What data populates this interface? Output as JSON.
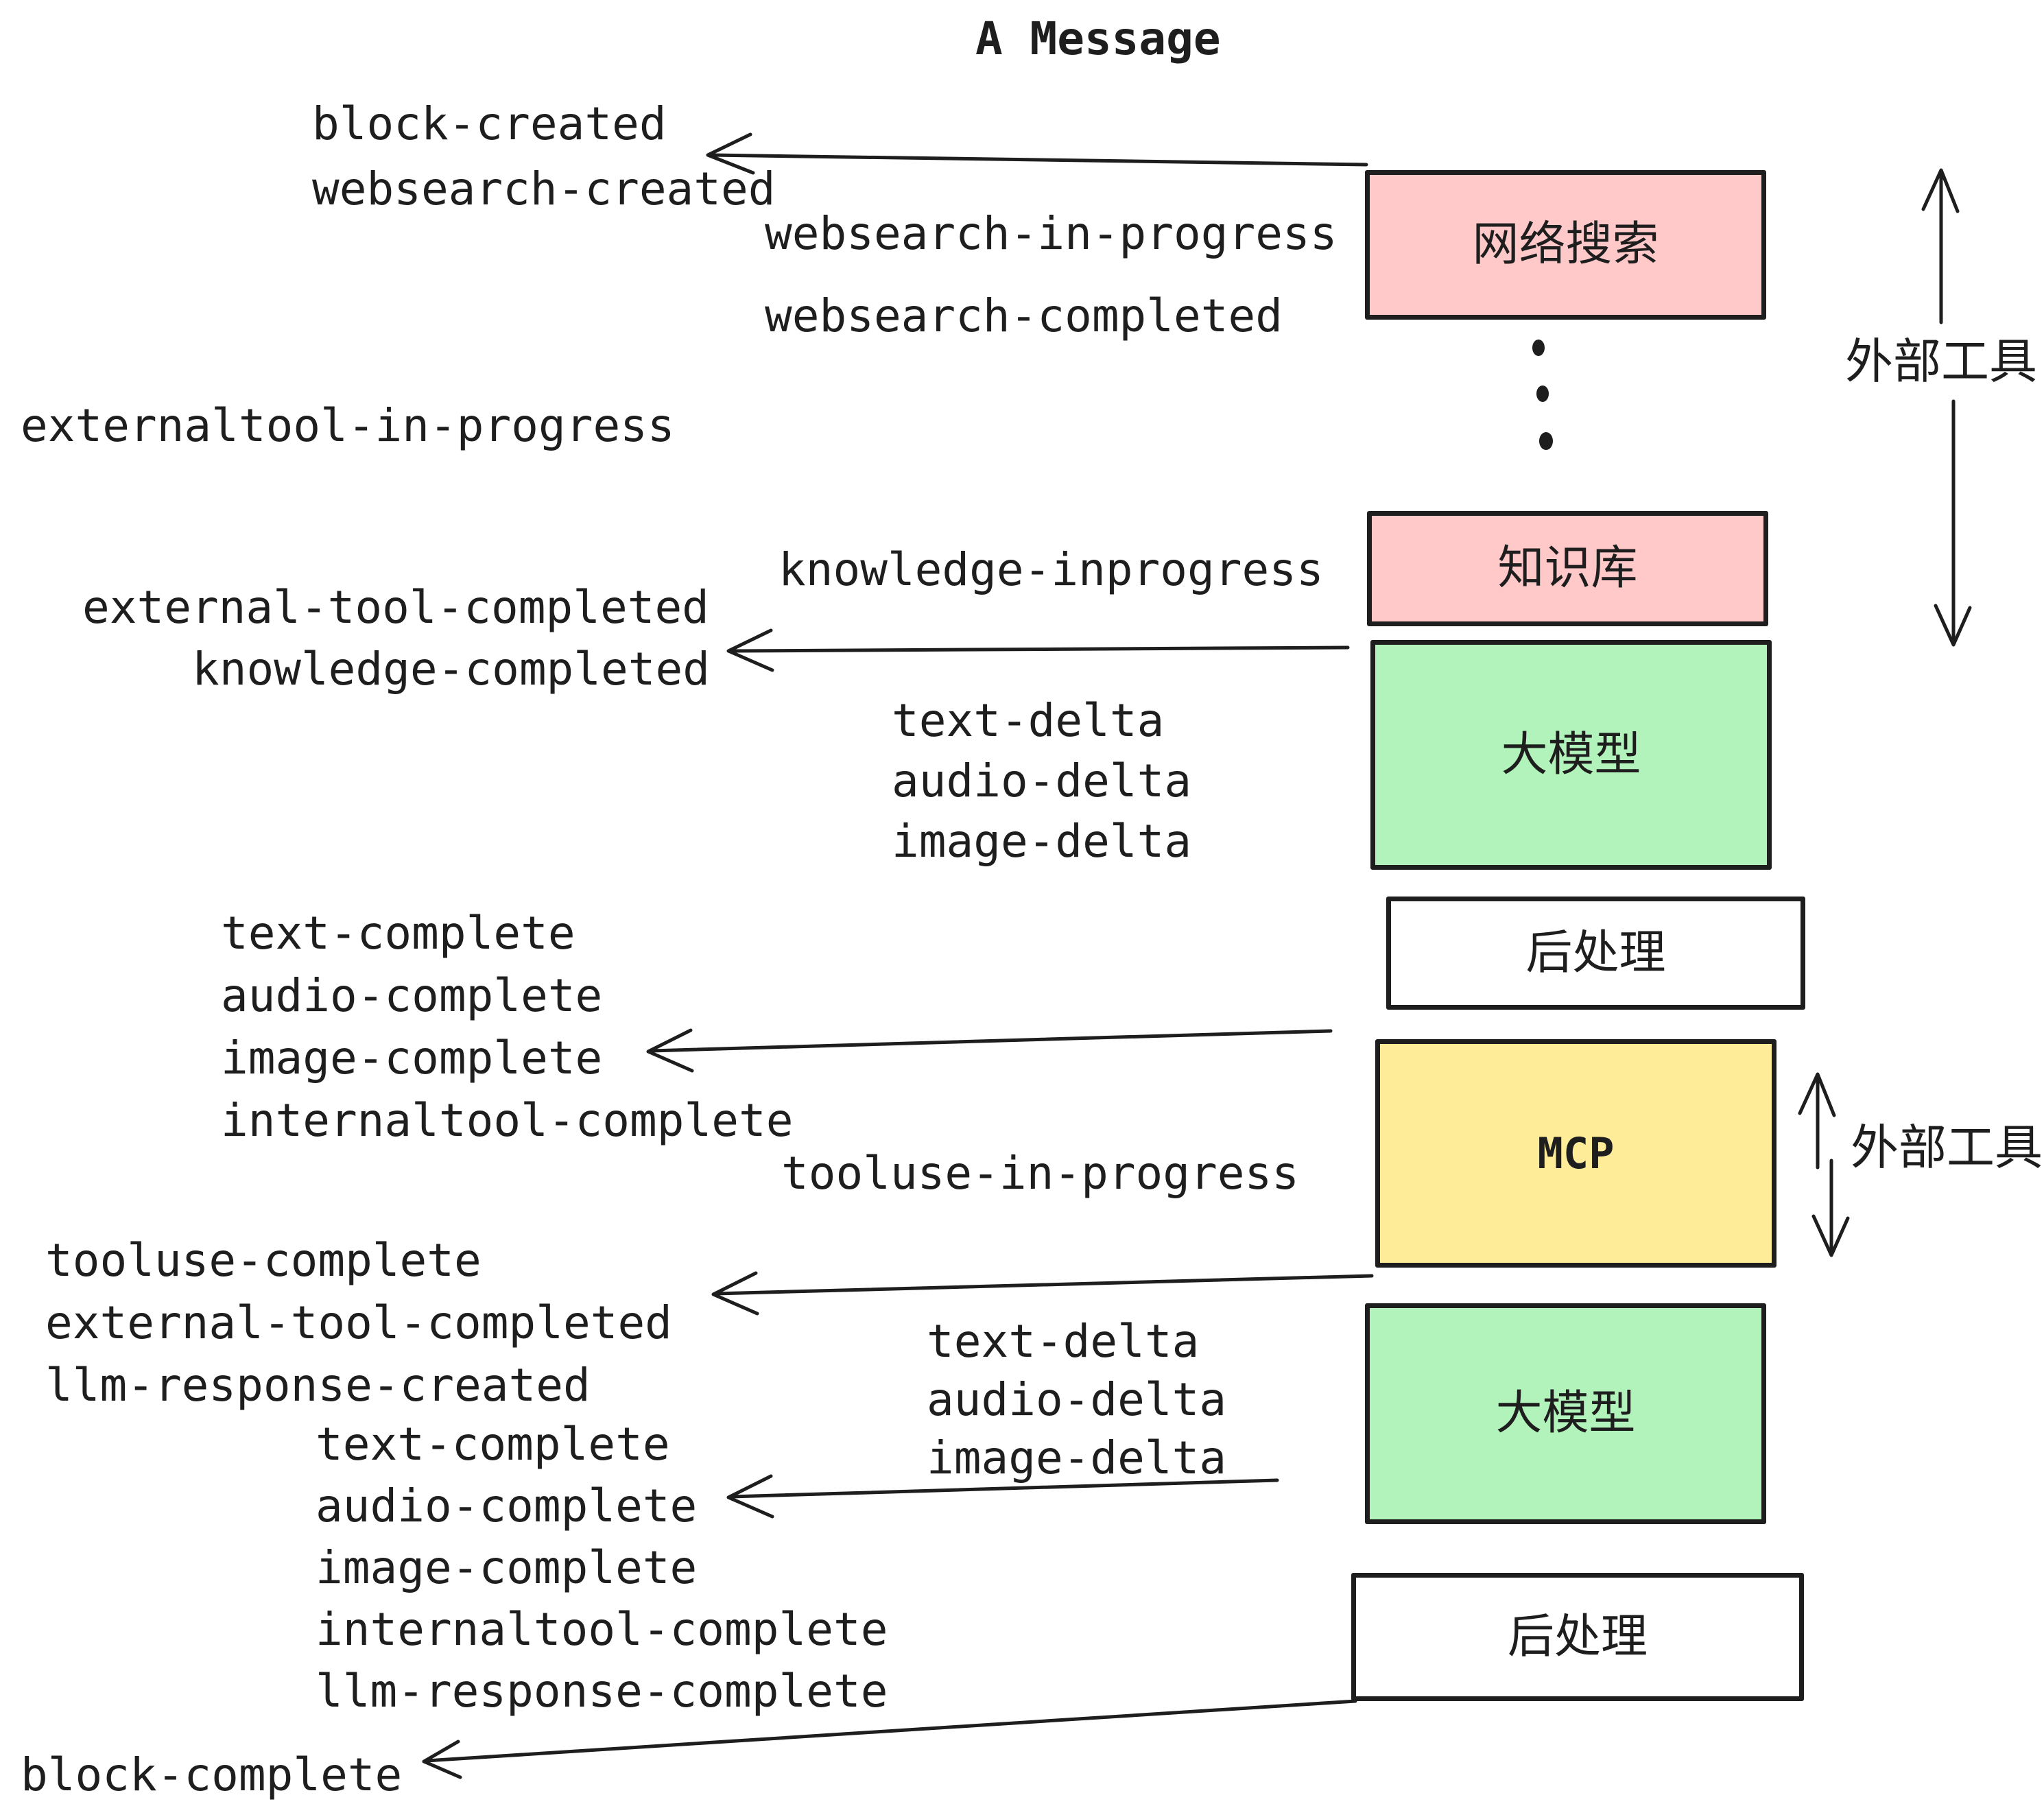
{
  "title": "A Message",
  "colors": {
    "pink": "#ffc9c9",
    "green": "#b2f2bb",
    "yellow": "#ffec99",
    "white": "#ffffff",
    "stroke": "#1e1e1e",
    "text": "#1e1e1e"
  },
  "boxes": [
    {
      "label": "网络搜索",
      "color": "pink"
    },
    {
      "label": "知识库",
      "color": "pink"
    },
    {
      "label": "大模型",
      "color": "green"
    },
    {
      "label": "后处理",
      "color": "white"
    },
    {
      "label": "MCP",
      "color": "yellow"
    },
    {
      "label": "大模型",
      "color": "green"
    },
    {
      "label": "后处理",
      "color": "white"
    }
  ],
  "side_labels": [
    {
      "text": "外部工具"
    },
    {
      "text": "外部工具"
    }
  ],
  "events": [
    {
      "text": "block-created"
    },
    {
      "text": "websearch-created"
    },
    {
      "text": "websearch-in-progress"
    },
    {
      "text": "websearch-completed"
    },
    {
      "text": "externaltool-in-progress"
    },
    {
      "text": "knowledge-inprogress"
    },
    {
      "text": "external-tool-completed"
    },
    {
      "text": "knowledge-completed"
    },
    {
      "text": "text-delta"
    },
    {
      "text": "audio-delta"
    },
    {
      "text": "image-delta"
    },
    {
      "text": "text-complete"
    },
    {
      "text": "audio-complete"
    },
    {
      "text": "image-complete"
    },
    {
      "text": "internaltool-complete"
    },
    {
      "text": "tooluse-in-progress"
    },
    {
      "text": "tooluse-complete"
    },
    {
      "text": "external-tool-completed"
    },
    {
      "text": "llm-response-created"
    },
    {
      "text": "text-delta"
    },
    {
      "text": "audio-delta"
    },
    {
      "text": "image-delta"
    },
    {
      "text": "text-complete"
    },
    {
      "text": "audio-complete"
    },
    {
      "text": "image-complete"
    },
    {
      "text": "internaltool-complete"
    },
    {
      "text": "llm-response-complete"
    },
    {
      "text": "block-complete"
    }
  ]
}
